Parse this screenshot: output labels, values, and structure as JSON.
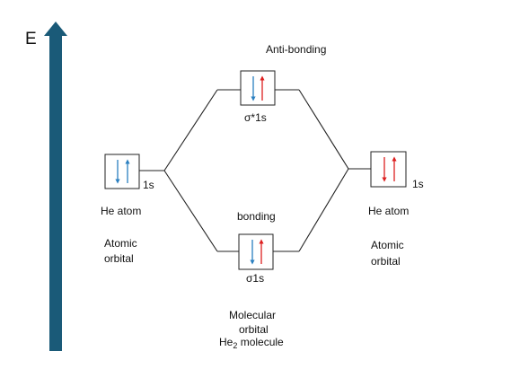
{
  "energy_axis": {
    "label": "E",
    "color": "#1a5a78"
  },
  "left_atom": {
    "orbital_label": "1s",
    "atom_label": "He atom",
    "type_line1": "Atomic",
    "type_line2": "orbital",
    "electrons": [
      "spin-down",
      "spin-up"
    ],
    "electron_color": "#2a7fc0"
  },
  "right_atom": {
    "orbital_label": "1s",
    "atom_label": "He atom",
    "type_line1": "Atomic",
    "type_line2": "orbital",
    "electrons": [
      "spin-down",
      "spin-up"
    ],
    "electron_color": "#dd1f1f"
  },
  "antibonding": {
    "title": "Anti-bonding",
    "orbital_label": "σ*1s",
    "electrons": [
      {
        "spin": "down",
        "color": "#2a7fc0"
      },
      {
        "spin": "up",
        "color": "#dd1f1f"
      }
    ]
  },
  "bonding": {
    "title": "bonding",
    "orbital_label": "σ1s",
    "electrons": [
      {
        "spin": "down",
        "color": "#2a7fc0"
      },
      {
        "spin": "up",
        "color": "#dd1f1f"
      }
    ]
  },
  "molecule": {
    "line1": "Molecular",
    "line2": "orbital",
    "formula_base": "He",
    "formula_sub": "2",
    "formula_suffix": " molecule"
  }
}
